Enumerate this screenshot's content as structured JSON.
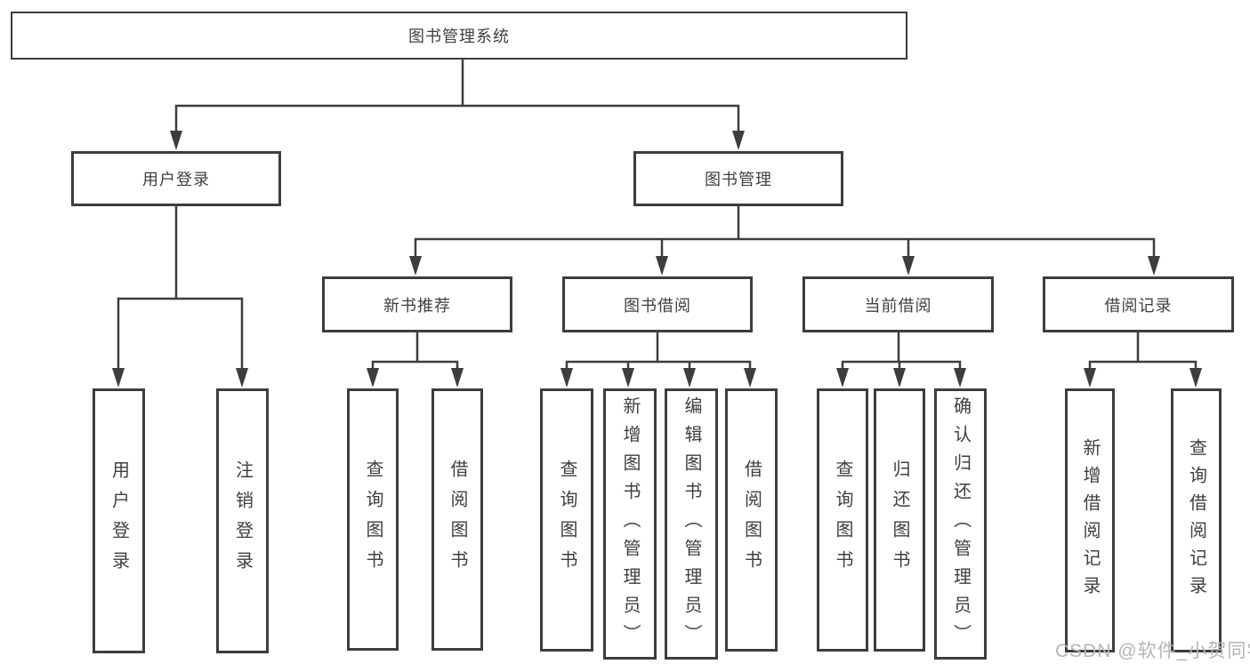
{
  "nodes": {
    "root": "图书管理系统",
    "l2": [
      "用户登录",
      "图书管理"
    ],
    "l3": [
      "新书推荐",
      "图书借阅",
      "当前借阅",
      "借阅记录"
    ],
    "l4": {
      "user_login": [
        "用户登录",
        "注销登录"
      ],
      "new_book_recommend": [
        "查询图书",
        "借阅图书"
      ],
      "book_borrowing": [
        "查询图书",
        "新增图书（管理员）",
        "编辑图书（管理员）",
        "借阅图书"
      ],
      "current_borrowing": [
        "查询图书",
        "归还图书",
        "确认归还（管理员）"
      ],
      "borrowing_records": [
        "新增借阅记录",
        "查询借阅记录"
      ]
    }
  },
  "watermark": {
    "text": "CSDN @软件_小贺同学",
    "color": "#b2b6ba"
  },
  "colors": {
    "line": "#3d3d3d",
    "text": "#3f3f3f",
    "background": "#ffffff"
  }
}
